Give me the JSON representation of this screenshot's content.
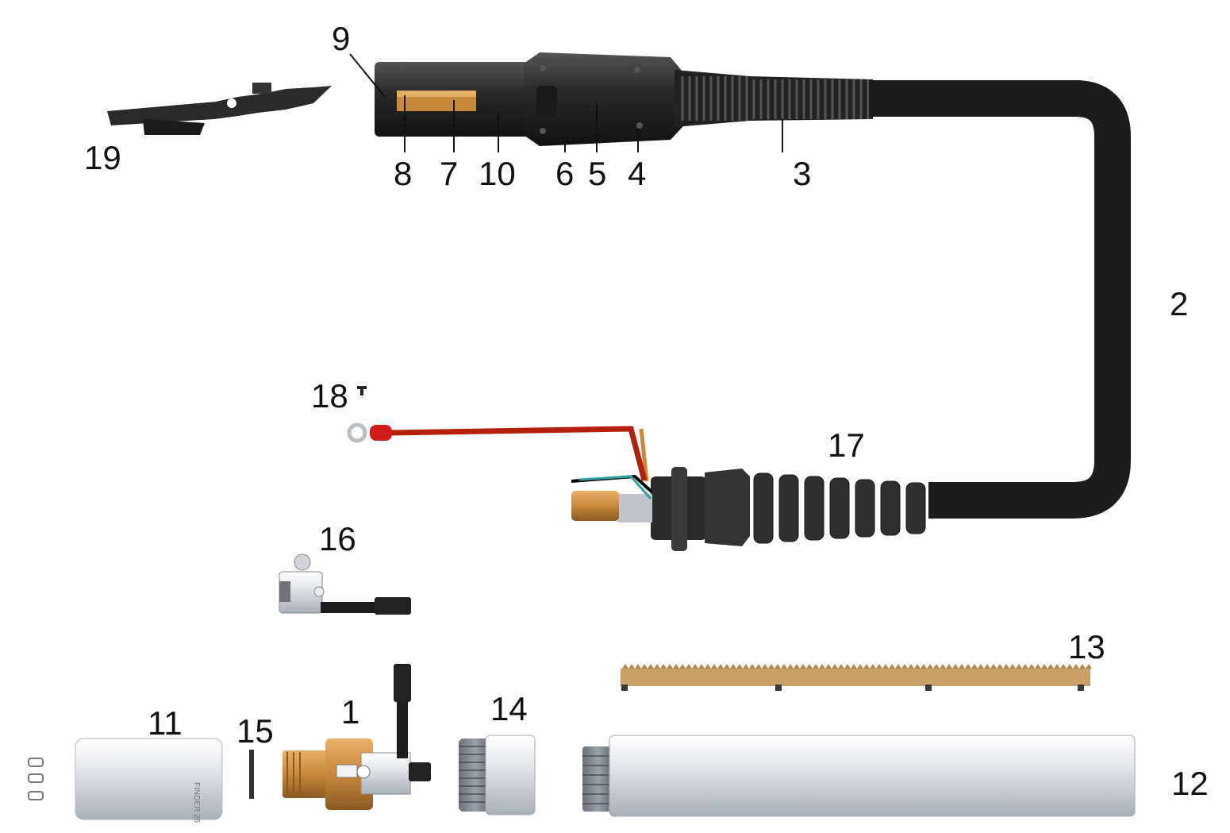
{
  "figure": "Welding torch exploded parts diagram",
  "callouts": {
    "c1": "1",
    "c2": "2",
    "c3": "3",
    "c4": "4",
    "c5": "5",
    "c6": "6",
    "c7": "7",
    "c8": "8",
    "c9": "9",
    "c10": "10",
    "c11": "11",
    "c12": "12",
    "c13": "13",
    "c14": "14",
    "c15": "15",
    "c16": "16",
    "c17": "17",
    "c18": "18",
    "c19": "19"
  },
  "colors": {
    "cable": "#1c1c1c",
    "handle": "#2a2a2a",
    "brass": "#c8893a",
    "liner": "#c9a068",
    "steel": "#d4d8de",
    "red_wire": "#b5200d"
  }
}
